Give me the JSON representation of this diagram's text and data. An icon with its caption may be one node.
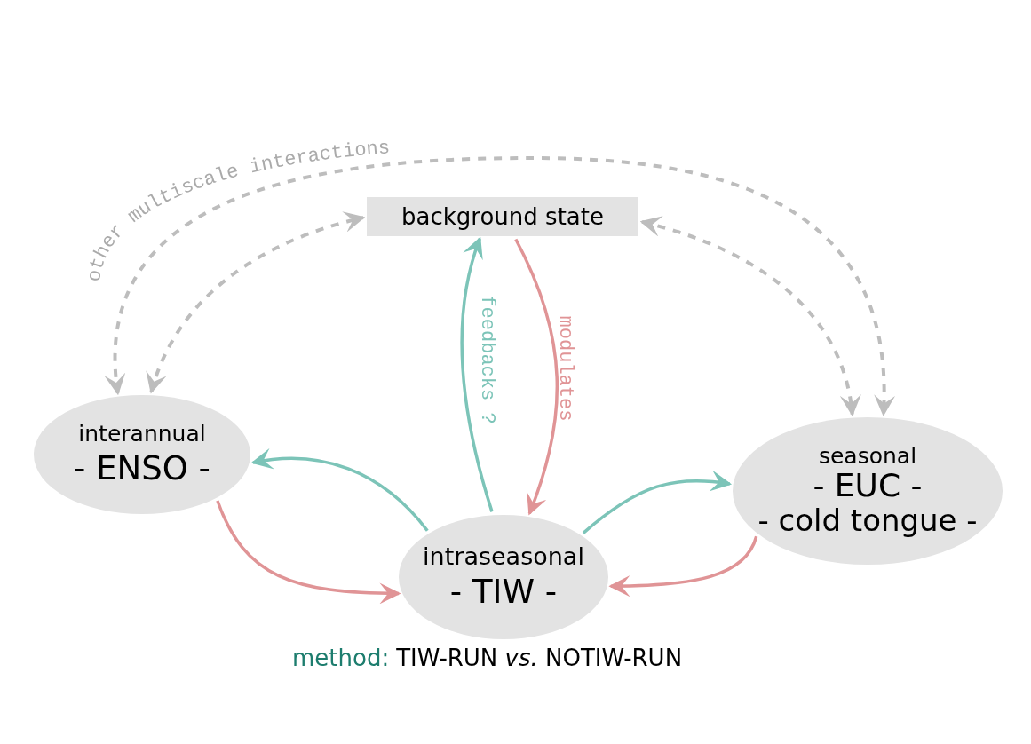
{
  "diagram": {
    "nodes": [
      {
        "text": [
          "background state"
        ]
      },
      {
        "text": [
          "interannual",
          "- ENSO -"
        ]
      },
      {
        "text": [
          "intraseasonal",
          "- TIW -"
        ]
      },
      {
        "text": [
          "seasonal",
          "- EUC -",
          "- cold tongue -"
        ]
      }
    ],
    "edges": [
      {
        "from": 2,
        "to": 0,
        "arrow": "to",
        "label": "feedbacks ?",
        "color": "#7cc4b8"
      },
      {
        "from": 0,
        "to": 2,
        "arrow": "to",
        "label": "modulates",
        "color": "#e09496"
      },
      {
        "from": 2,
        "to": 1,
        "arrow": "to",
        "color": "#7cc4b8"
      },
      {
        "from": 1,
        "to": 2,
        "arrow": "to",
        "color": "#e09496"
      },
      {
        "from": 2,
        "to": 3,
        "arrow": "to",
        "color": "#7cc4b8"
      },
      {
        "from": 3,
        "to": 2,
        "arrow": "to",
        "color": "#e09496"
      },
      {
        "from": 1,
        "to": 3,
        "arrow": "both",
        "label": "other multiscale interactions",
        "style": "dashed",
        "color": "#bdbdbd"
      },
      {
        "from": 1,
        "to": 0,
        "arrow": "both",
        "style": "dashed",
        "color": "#bdbdbd"
      },
      {
        "from": 0,
        "to": 3,
        "arrow": "both",
        "style": "dashed",
        "color": "#bdbdbd"
      }
    ],
    "labels": [
      "method:",
      "TIW-RUN *vs.* NOTIW-RUN"
    ]
  }
}
